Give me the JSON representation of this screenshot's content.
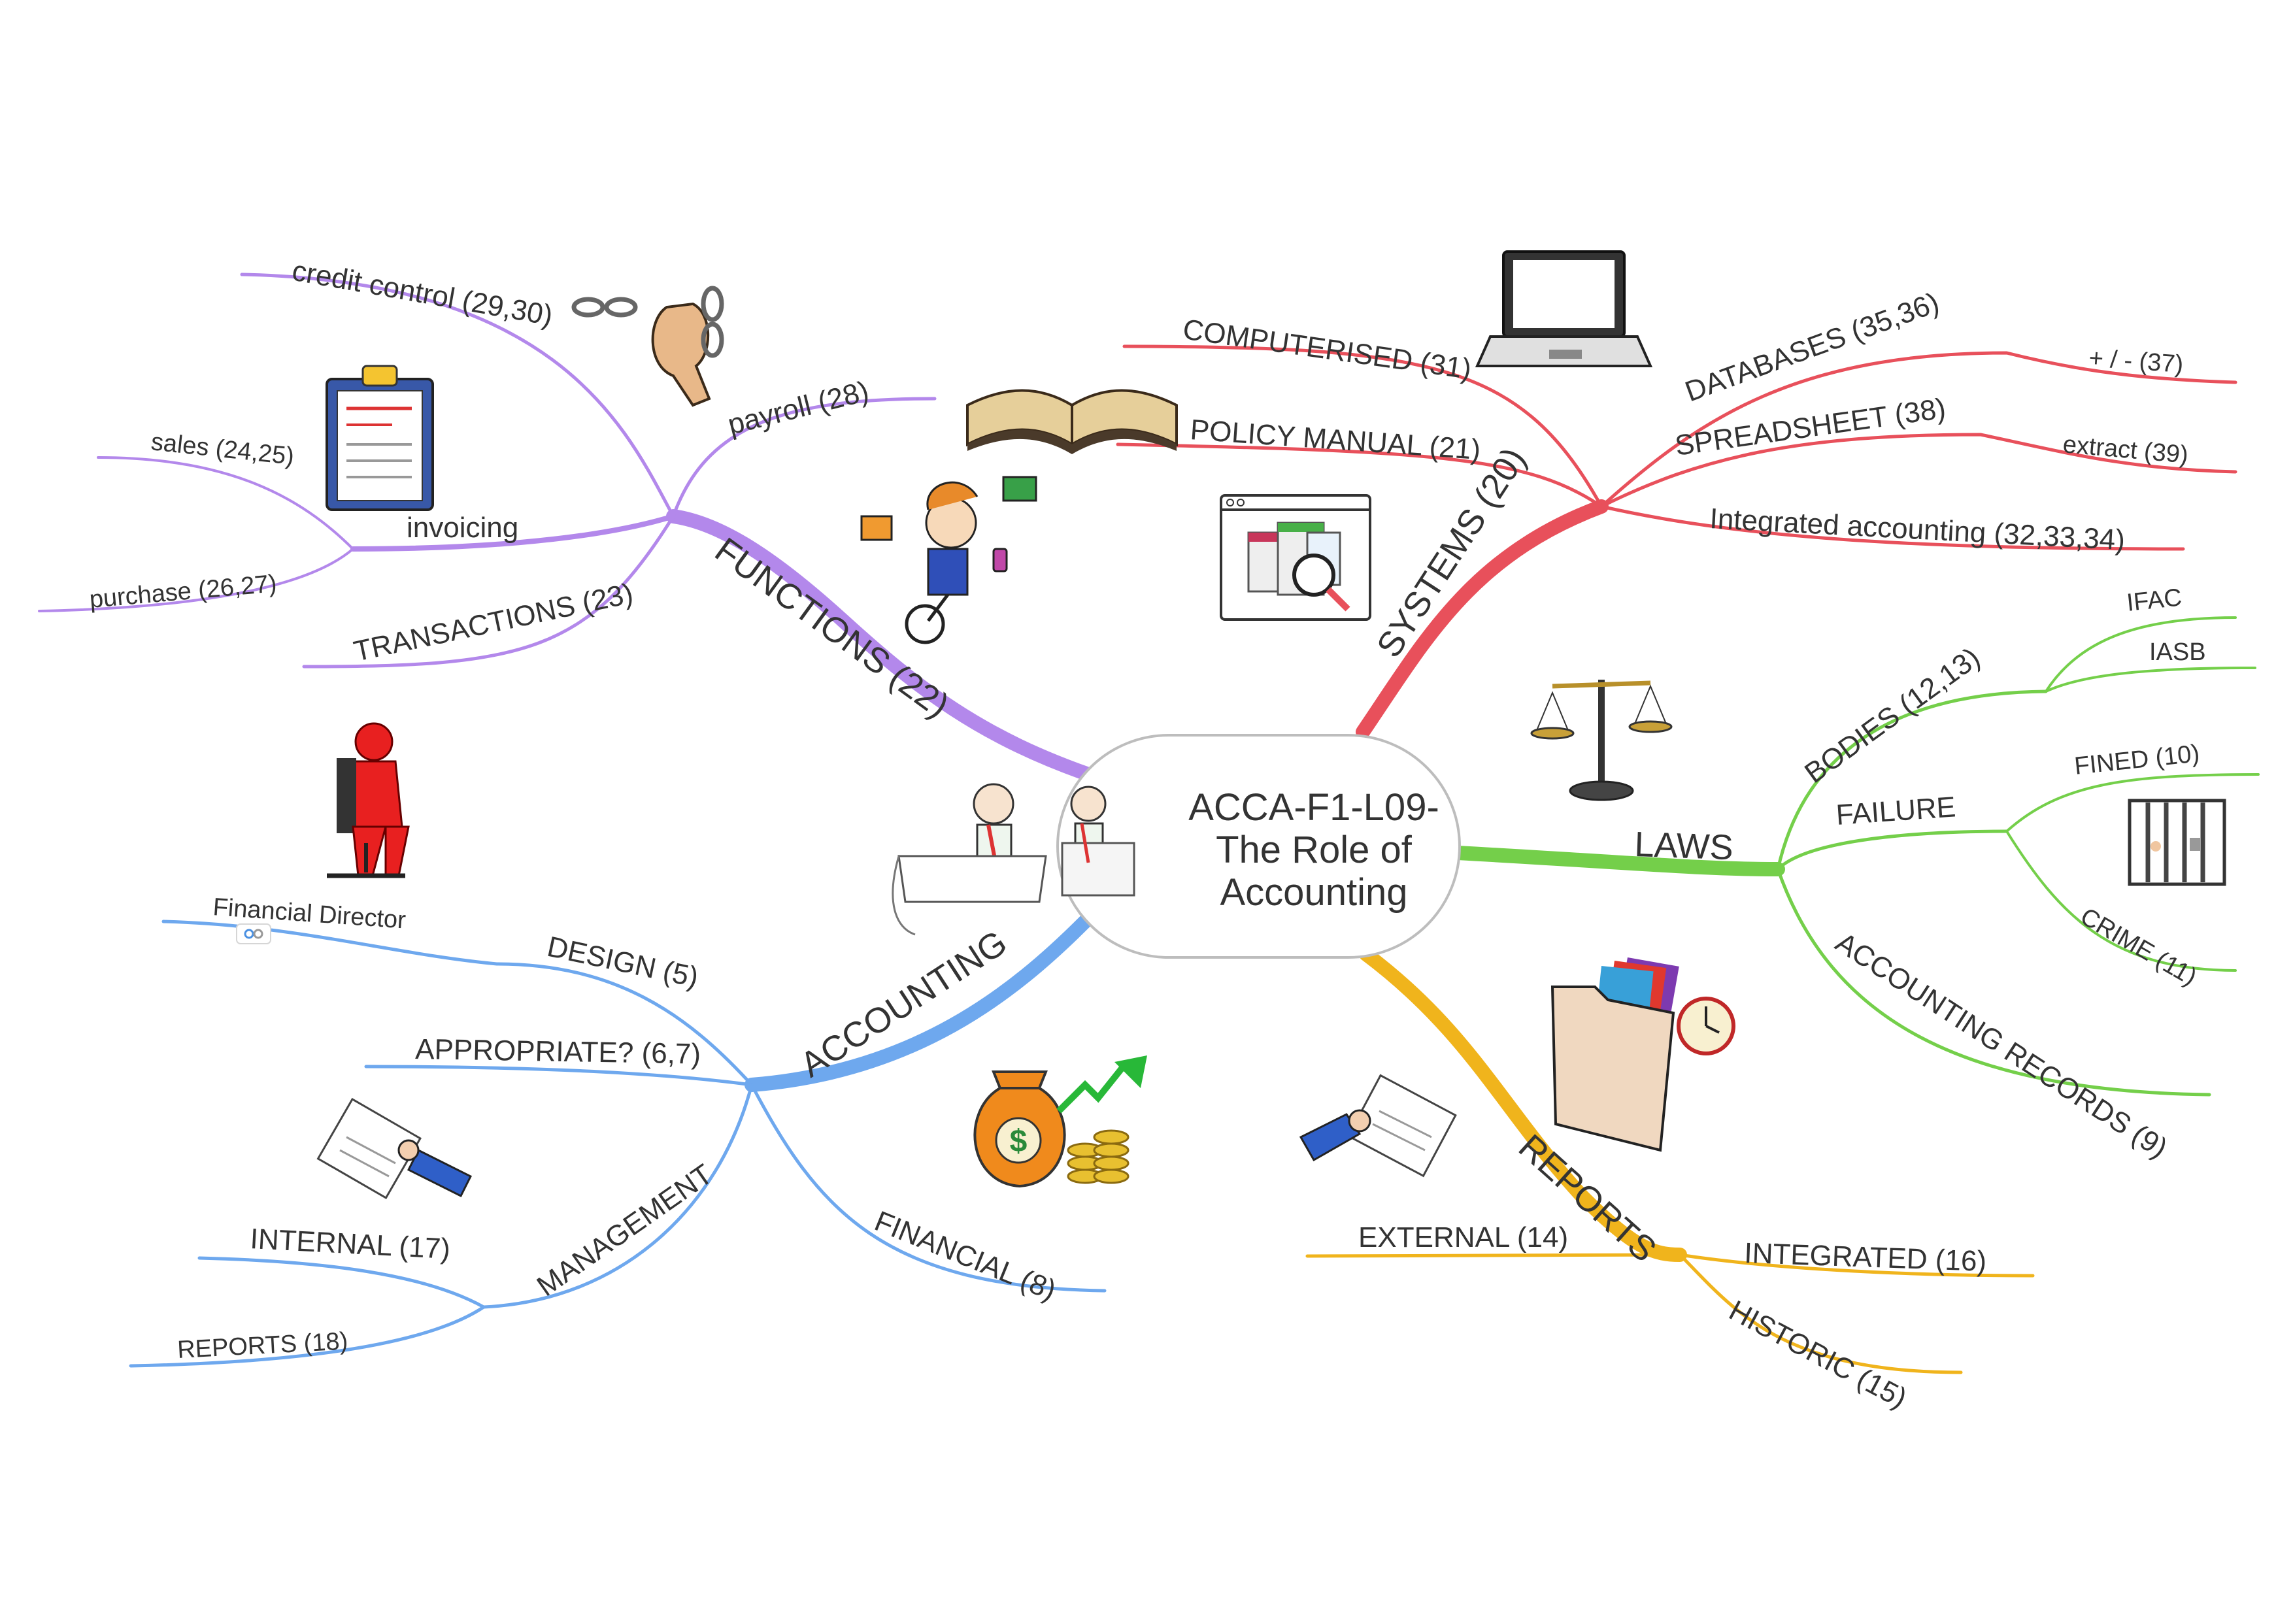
{
  "center": {
    "lines": [
      "ACCA-F1-L09-",
      "The Role of",
      "Accounting"
    ]
  },
  "colors": {
    "functions": "#b388eb",
    "systems": "#e8505b",
    "laws": "#74cf4a",
    "reports": "#f0b41c",
    "accounting": "#6ea8ee"
  },
  "branches": {
    "functions": {
      "label": "FUNCTIONS (22)",
      "credit_control": "credit control (29,30)",
      "payroll": "payroll (28)",
      "invoicing": "invoicing",
      "sales": "sales (24,25)",
      "purchase": "purchase (26,27)",
      "transactions": "TRANSACTIONS (23)"
    },
    "systems": {
      "label": "SYSTEMS (20)",
      "computerised": "COMPUTERISED (31)",
      "policy_manual": "POLICY MANUAL (21)",
      "databases": "DATABASES (35,36)",
      "plus_minus": "+ / - (37)",
      "spreadsheet": "SPREADSHEET (38)",
      "extract": "extract (39)",
      "integrated": "Integrated accounting (32,33,34)"
    },
    "laws": {
      "label": "LAWS",
      "bodies": "BODIES (12,13)",
      "ifac": "IFAC",
      "iasb": "IASB",
      "failure": "FAILURE",
      "fined": "FINED (10)",
      "crime": "CRIME (11)",
      "accounting_records": "ACCOUNTING RECORDS (9)"
    },
    "reports": {
      "label": "REPORTS",
      "external": "EXTERNAL (14)",
      "integrated": "INTEGRATED (16)",
      "historic": "HISTORIC (15)"
    },
    "accounting": {
      "label": "ACCOUNTING",
      "financial_director": "Financial Director",
      "design": "DESIGN (5)",
      "appropriate": "APPROPRIATE? (6,7)",
      "management": "MANAGEMENT",
      "internal": "INTERNAL (17)",
      "reports": "REPORTS (18)",
      "financial": "FINANCIAL (8)"
    }
  },
  "icons": [
    "chain-fist-icon",
    "clipboard-icon",
    "open-book-icon",
    "juggler-icon",
    "laptop-icon",
    "browser-search-icon",
    "scales-icon",
    "jail-icon",
    "folder-icon",
    "handout-icon",
    "money-bag-icon",
    "director-chair-icon",
    "accountant-icon",
    "link-icon"
  ]
}
